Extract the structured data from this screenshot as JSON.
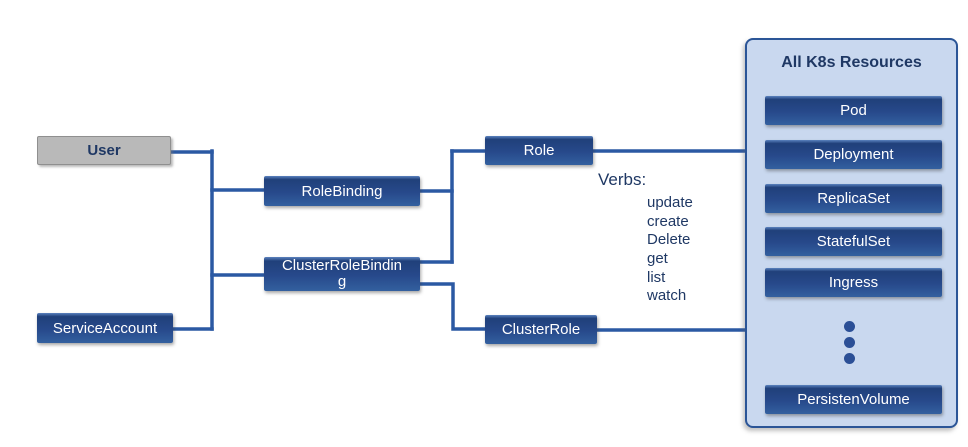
{
  "nodes": {
    "user": {
      "label": "User"
    },
    "service_account": {
      "label": "ServiceAccount"
    },
    "role_binding": {
      "label": "RoleBinding"
    },
    "cluster_role_binding": {
      "label": "ClusterRoleBinding"
    },
    "role": {
      "label": "Role"
    },
    "cluster_role": {
      "label": "ClusterRole"
    }
  },
  "verbs": {
    "heading": "Verbs:",
    "items": [
      "update",
      "create",
      "Delete",
      "get",
      "list",
      "watch"
    ]
  },
  "resources_panel": {
    "title": "All K8s Resources",
    "items": [
      "Pod",
      "Deployment",
      "ReplicaSet",
      "StatefulSet",
      "Ingress"
    ],
    "more_indicator_icon": "vertical-ellipsis",
    "bottom_item": "PersistenVolume"
  },
  "colors": {
    "node_gradient_top": "#20407a",
    "node_gradient_bottom": "#33609f",
    "connector": "#2b59a3",
    "panel_background": "#c9d8ef",
    "panel_border": "#2b5597",
    "user_box_fill": "#b9b9b9",
    "user_box_border": "#8f8f8f",
    "heading_text": "#1f3864",
    "node_text": "#ffffff"
  }
}
